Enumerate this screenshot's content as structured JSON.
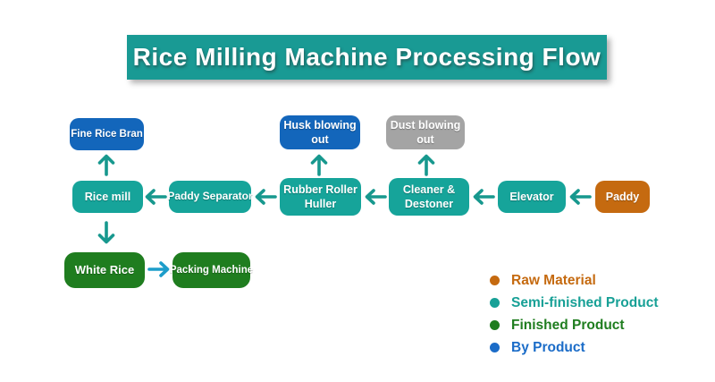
{
  "title": "Rice Milling Machine Processing Flow",
  "colors": {
    "banner": "#199a94",
    "semi_finished": "#16a49a",
    "by_product": "#1366bb",
    "raw_material": "#c56a10",
    "finished": "#1f7d1f",
    "dust_gray": "#a4a4a4",
    "arrow": "#17988e",
    "arrow_blue": "#1d9dca"
  },
  "nodes": {
    "fine_rice_bran": {
      "label": "Fine Rice Bran"
    },
    "husk_blowing_out": {
      "label": "Husk blowing out"
    },
    "dust_blowing_out": {
      "label": "Dust blowing out"
    },
    "rice_mill": {
      "label": "Rice mill"
    },
    "paddy_separator": {
      "label": "Paddy Separator"
    },
    "rubber_roller_huller": {
      "label": "Rubber Roller Huller"
    },
    "cleaner_destoner": {
      "label": "Cleaner & Destoner"
    },
    "elevator": {
      "label": "Elevator"
    },
    "paddy": {
      "label": "Paddy"
    },
    "white_rice": {
      "label": "White Rice"
    },
    "packing_machine": {
      "label": "Packing Machine"
    }
  },
  "edges": [
    {
      "from": "Paddy",
      "to": "Elevator"
    },
    {
      "from": "Elevator",
      "to": "Cleaner & Destoner"
    },
    {
      "from": "Cleaner & Destoner",
      "to": "Dust blowing out"
    },
    {
      "from": "Cleaner & Destoner",
      "to": "Rubber Roller Huller"
    },
    {
      "from": "Rubber Roller Huller",
      "to": "Husk blowing out"
    },
    {
      "from": "Rubber Roller Huller",
      "to": "Paddy Separator"
    },
    {
      "from": "Paddy Separator",
      "to": "Rice mill"
    },
    {
      "from": "Rice mill",
      "to": "Fine Rice Bran"
    },
    {
      "from": "Rice mill",
      "to": "White Rice"
    },
    {
      "from": "White Rice",
      "to": "Packing Machine"
    }
  ],
  "legend": {
    "items": [
      {
        "label": "Raw Material",
        "color": "#c56a10"
      },
      {
        "label": "Semi-finished Product",
        "color": "#17a096"
      },
      {
        "label": "Finished Product",
        "color": "#1f7d1f"
      },
      {
        "label": "By Product",
        "color": "#1b6cc8"
      }
    ]
  }
}
